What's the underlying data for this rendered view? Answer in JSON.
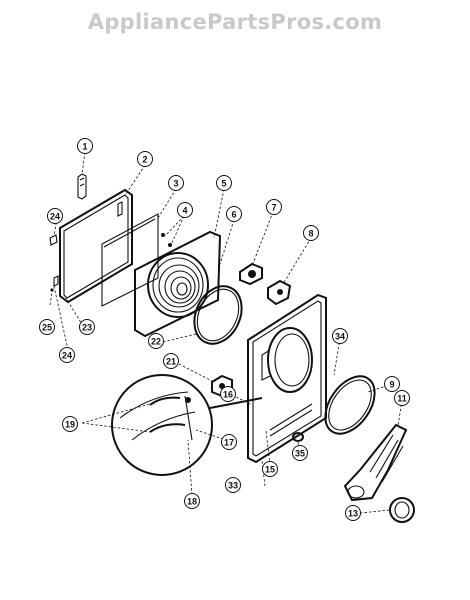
{
  "watermark": "AppliancePartsPros.com",
  "callouts": [
    {
      "id": "1",
      "label": "1"
    },
    {
      "id": "2",
      "label": "2"
    },
    {
      "id": "3",
      "label": "3"
    },
    {
      "id": "4",
      "label": "4"
    },
    {
      "id": "5",
      "label": "5"
    },
    {
      "id": "6",
      "label": "6"
    },
    {
      "id": "7",
      "label": "7"
    },
    {
      "id": "8",
      "label": "8"
    },
    {
      "id": "9",
      "label": "9"
    },
    {
      "id": "11",
      "label": "11"
    },
    {
      "id": "13",
      "label": "13"
    },
    {
      "id": "15",
      "label": "15"
    },
    {
      "id": "16",
      "label": "16"
    },
    {
      "id": "17",
      "label": "17"
    },
    {
      "id": "18",
      "label": "18"
    },
    {
      "id": "19",
      "label": "19"
    },
    {
      "id": "21",
      "label": "21"
    },
    {
      "id": "22",
      "label": "22"
    },
    {
      "id": "23",
      "label": "23"
    },
    {
      "id": "24a",
      "label": "24"
    },
    {
      "id": "24b",
      "label": "24"
    },
    {
      "id": "25",
      "label": "25"
    },
    {
      "id": "33",
      "label": "33"
    },
    {
      "id": "34",
      "label": "34"
    },
    {
      "id": "35",
      "label": "35"
    }
  ]
}
